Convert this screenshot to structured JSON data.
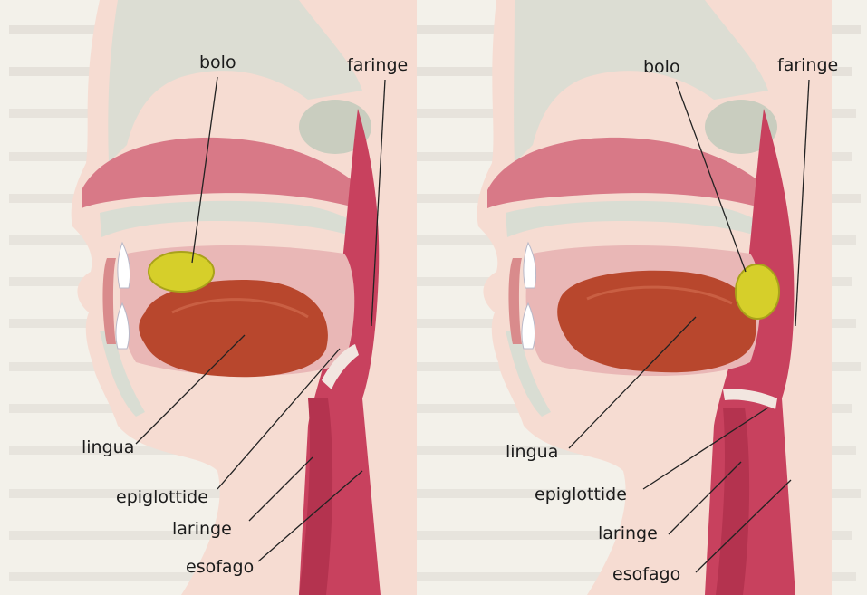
{
  "diagram": {
    "panels": [
      {
        "labels": {
          "bolo": "bolo",
          "faringe": "faringe",
          "lingua": "lingua",
          "epiglottide": "epiglottide",
          "laringe": "laringe",
          "esofago": "esofago"
        }
      },
      {
        "labels": {
          "bolo": "bolo",
          "faringe": "faringe",
          "lingua": "lingua",
          "epiglottide": "epiglottide",
          "laringe": "laringe",
          "esofago": "esofago"
        }
      }
    ],
    "colors": {
      "skin": "#f6dcd2",
      "pharynx": "#c8415e",
      "tongue": "#b8472d",
      "bolus": "#d6cf2a",
      "bone": "#d9ddd3",
      "palate": "#d87987"
    }
  }
}
